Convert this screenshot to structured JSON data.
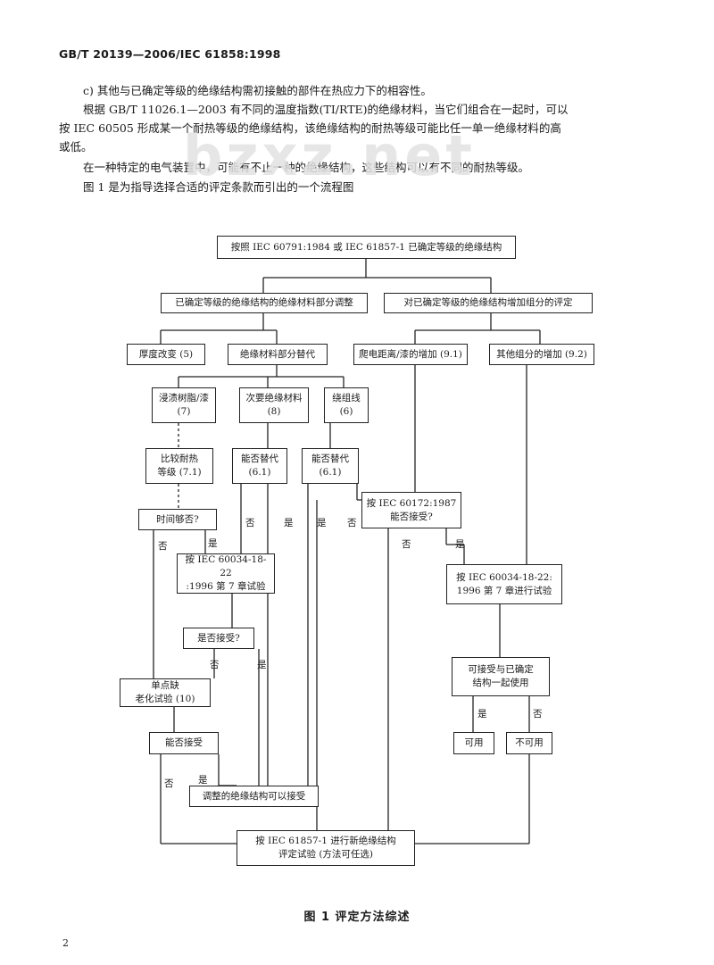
{
  "header": "GB/T 20139—2006/IEC 61858:1998",
  "paragraphs": [
    "c)  其他与已确定等级的绝缘结构需初接触的部件在热应力下的相容性。",
    "根据 GB/T 11026.1—2003 有不同的温度指数(TI/RTE)的绝缘材料，当它们组合在一起时，可以",
    "按 IEC 60505 形成某一个耐热等级的绝缘结构，该绝缘结构的耐热等级可能比任一单一绝缘材料的高",
    "或低。",
    "在一种特定的电气装置中，可能有不止一种的绝缘结构，这些结构可以有不同的耐热等级。",
    "图 1 是为指导选择合适的评定条款而引出的一个流程图"
  ],
  "watermark": "bzxz.net",
  "flowchart": {
    "boxes": {
      "top": "按照 IEC 60791:1984 或 IEC 61857-1 已确定等级的绝缘结构",
      "modify": "已确定等级的绝缘结构的绝缘材料部分调整",
      "add_eval": "对已确定等级的绝缘结构增加组分的评定",
      "thickness": "厚度改变 (5)",
      "substitute": "绝缘材料部分替代",
      "creepage": "爬电距离/漆的增加 (9.1)",
      "other_add": "其他组分的增加 (9.2)",
      "impregnant": "浸渍树脂/漆\n(7)",
      "minor_material": "次要绝缘材料\n(8)",
      "wire": "绕组线\n(6)",
      "compare": "比较耐热\n等级 (7.1)",
      "equiv1": "能否替代\n(6.1)",
      "equiv2": "能否替代\n(6.1)",
      "compat_test": "按 IEC 60172:1987\n能否接受?",
      "time_ok": "时间够否?",
      "iec_test": "按 IEC 60034-18-22\n:1996 第 7 章试验",
      "iec_test2": "按 IEC 60034-18-22:\n1996 第 7 章进行试验",
      "accept_q": "是否接受?",
      "single_point": "单点缺\n老化试验 (10)",
      "can_accept": "能否接受",
      "compat_q": "可接受与已确定\n结构一起使用",
      "modified_ok": "调整的绝缘结构可以接受",
      "usable": "可用",
      "unusable": "不可用",
      "new_system": "按 IEC 61857-1 进行新绝缘结构\n评定试验 (方法可任选)"
    },
    "labels": {
      "yes": "是",
      "no": "否"
    }
  },
  "caption": "图 1    评定方法综述",
  "page_number": "2"
}
